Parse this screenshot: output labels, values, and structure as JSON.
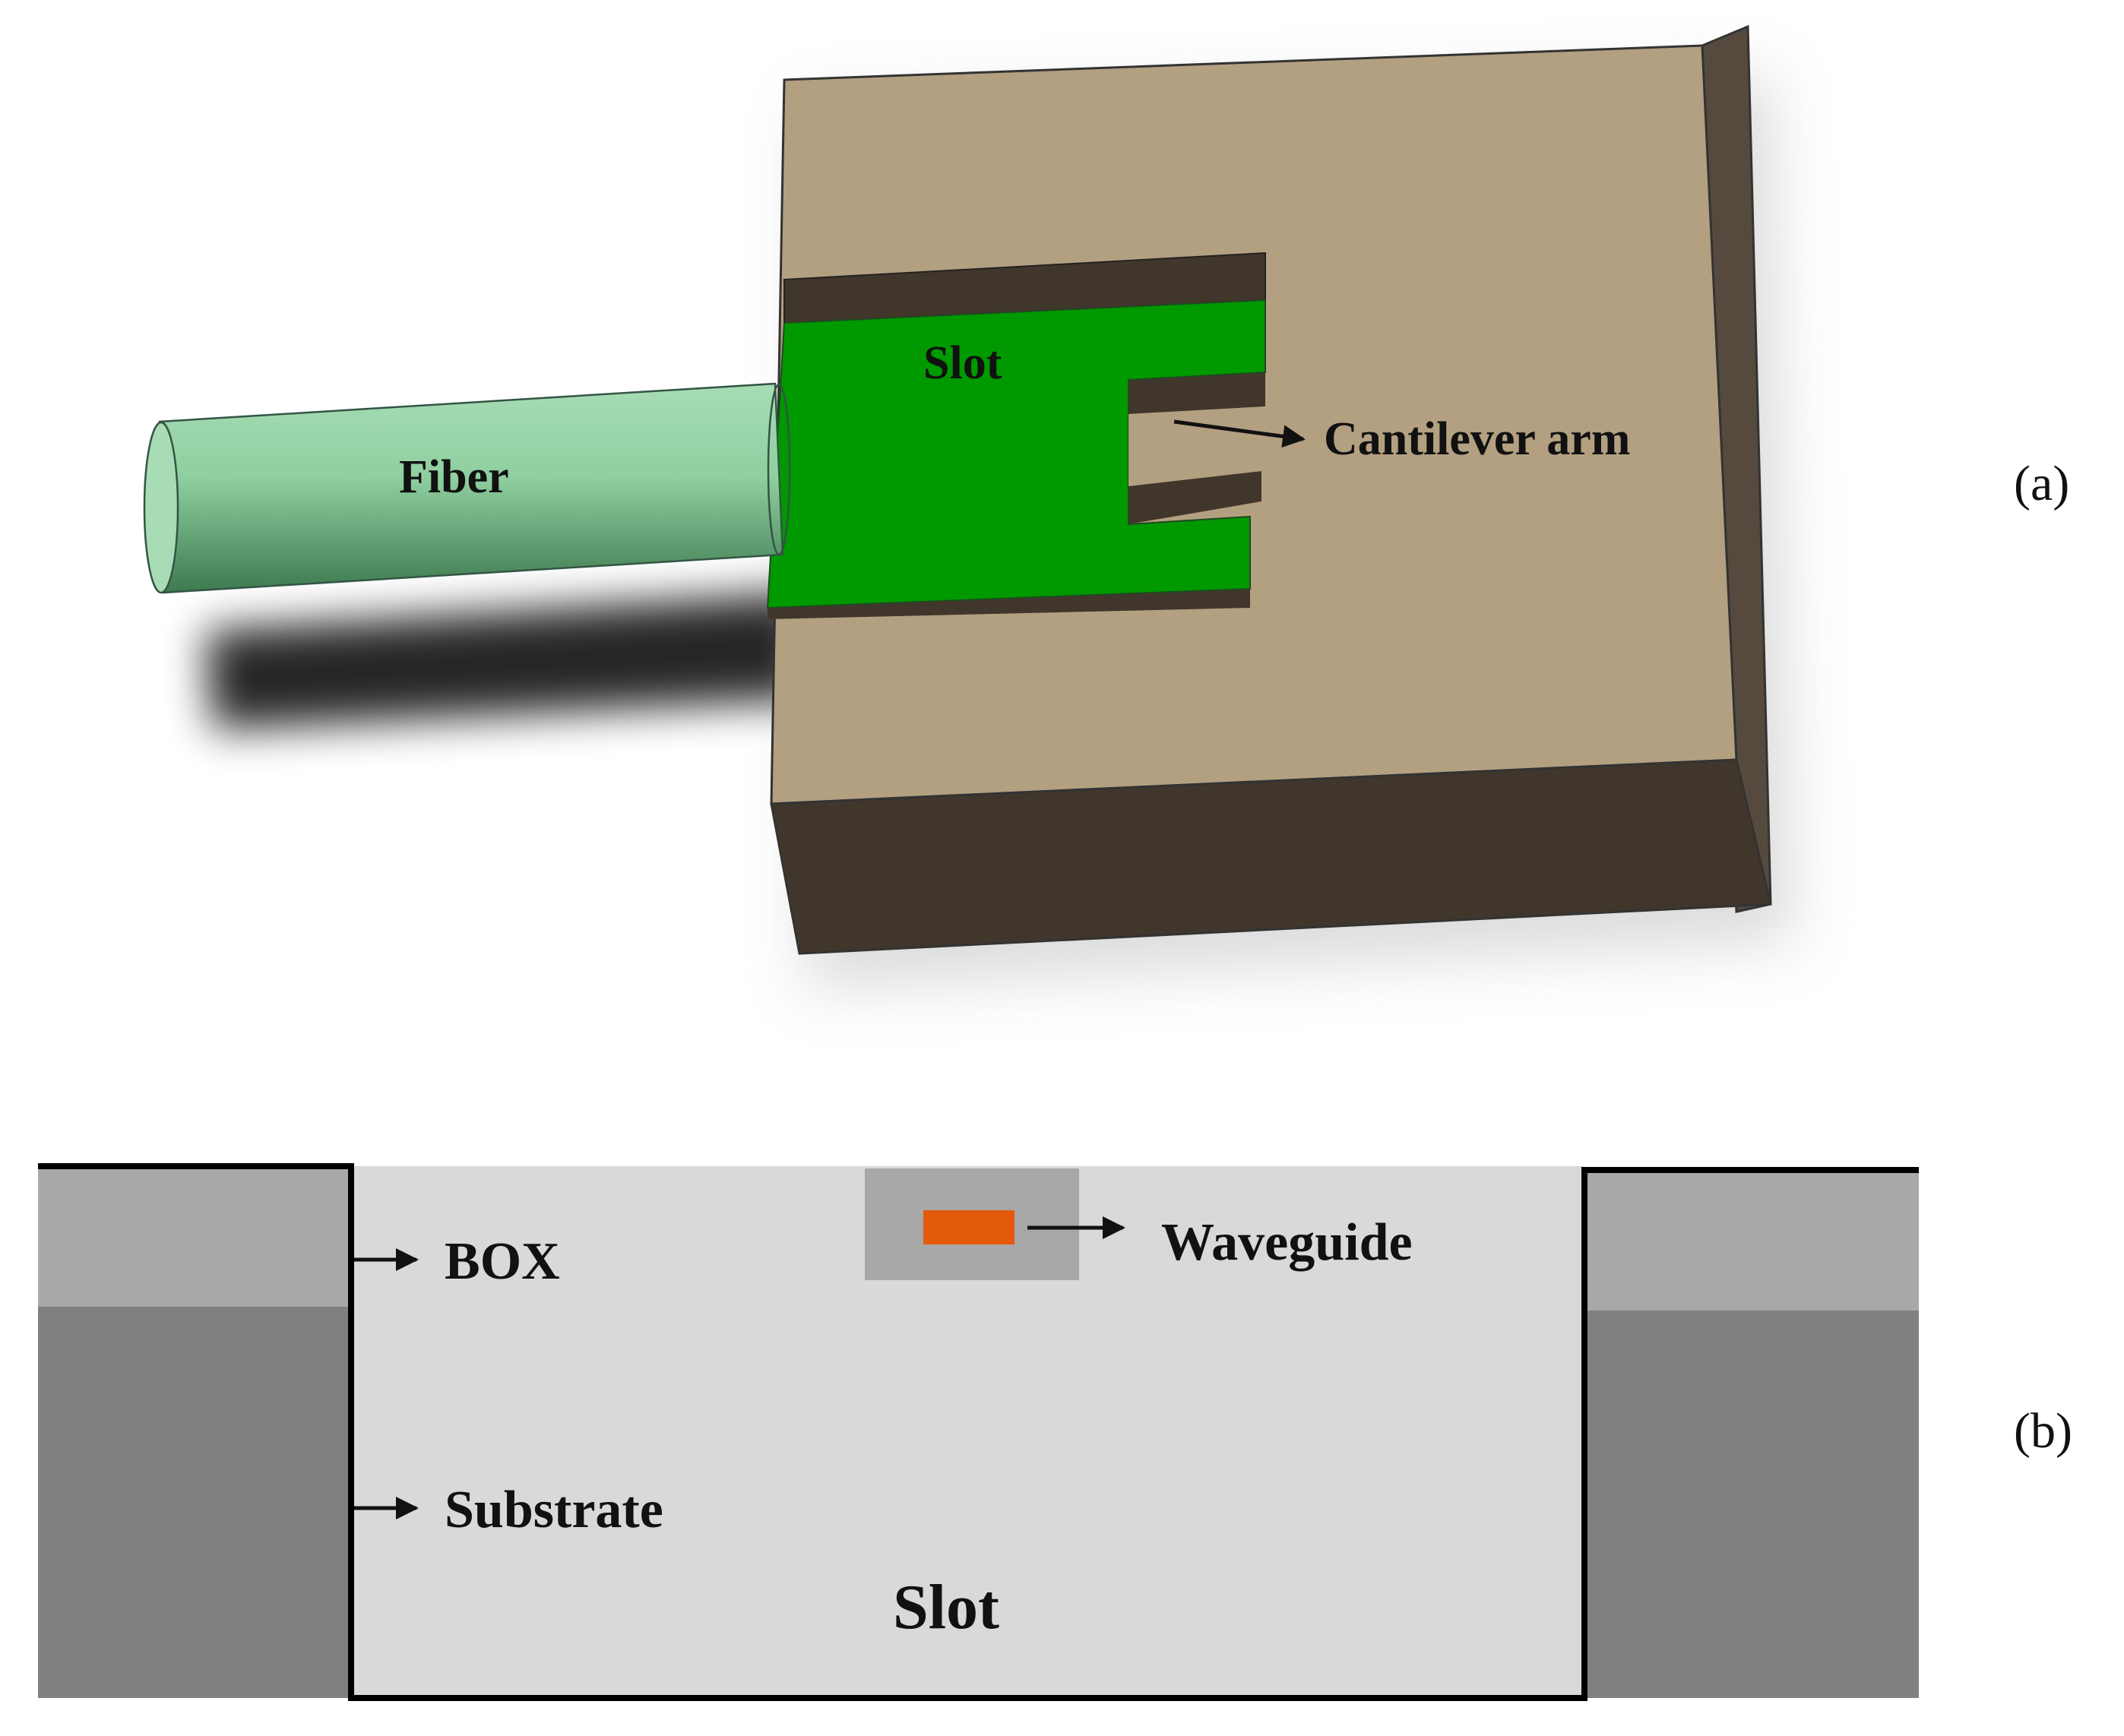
{
  "panel_a": {
    "fiber_label": "Fiber",
    "slot_label": "Slot",
    "cantilever_label": "Cantilever arm",
    "panel_label": "(a)"
  },
  "panel_b": {
    "box_label": "BOX",
    "waveguide_label": "Waveguide",
    "substrate_label": "Substrate",
    "slot_label": "Slot",
    "panel_label": "(b)"
  },
  "colors": {
    "chip_top": "#b3a081",
    "chip_side_dark": "#41362b",
    "chip_side_right": "#564a3f",
    "slot_green": "#009900",
    "fiber_green": "#8fcf9f",
    "box_layer": "#a8a8a8",
    "substrate_layer": "#808080",
    "slot_fill": "#d9d9d9",
    "waveguide": "#e35a0a"
  }
}
